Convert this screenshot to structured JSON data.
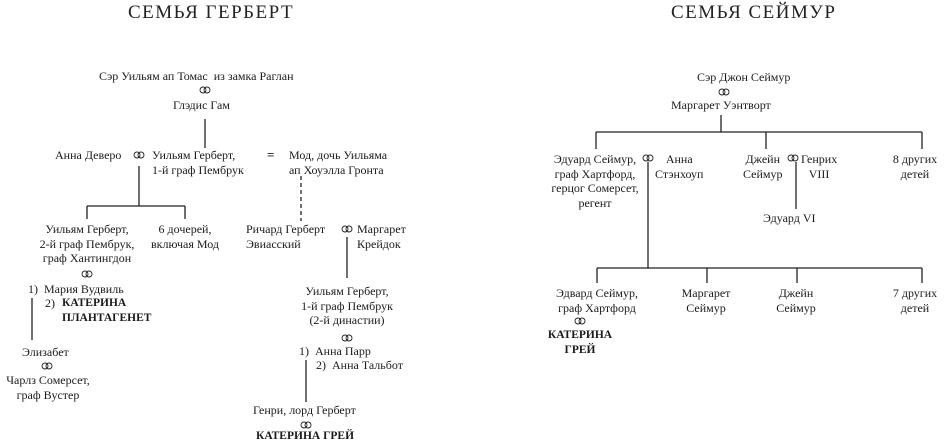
{
  "herbert": {
    "title": "СЕМЬЯ ГЕРБЕРТ",
    "william_ap_thomas": "Сэр Уильям ап Томас  из замка Раглан",
    "gladys": "Глэдис Гам",
    "anna_devereux": "Анна Деверо",
    "william_1st_earl": "Уильям Герберт,\n1-й граф Пембрук",
    "equals": "=",
    "maud": "Мод, дочь Уильяма\nап Хоуэлла Гронта",
    "william_2nd_earl": "Уильям Герберт,\n2-й граф Пембрук,\nграф Хантингдон",
    "six_daughters": "6 дочерей,\nвключая Мод",
    "richard": "Ричард Герберт\nЭвиасский",
    "margaret_craddock": "Маргарет\nКрейдок",
    "spouses_2nd_earl_1": "1)  Мария Вудвиль",
    "spouses_2nd_earl_2": "2)",
    "katherine_plantagenet": "КАТЕРИНА\nПЛАНТАГЕНЕТ",
    "william_2nd_dynasty": "Уильям Герберт,\n1-й граф Пембрук\n(2-й династии)",
    "anne_parr": "1)  Анна Парр",
    "anne_talbot": "2)  Анна Тальбот",
    "elizabeth": "Элизабет",
    "charles_somerset": "Чарлз Сомерсет,\nграф Вустер",
    "henry_lord_herbert": "Генри, лорд Герберт",
    "katherine_grey": "КАТЕРИНА ГРЕЙ"
  },
  "seymour": {
    "title": "СЕМЬЯ СЕЙМУР",
    "john_seymour": "Сэр Джон Сеймур",
    "margaret_wentworth": "Маргарет Уэнтворт",
    "edward_seymour": "Эдуард Сеймур,\nграф Хартфорд,\nгерцог Сомерсет,\nрегент",
    "anne_stanhope": "Анна\nСтэнхоуп",
    "jane_seymour": "Джейн\nСеймур",
    "henry_viii": "Генрих\nVIII",
    "eight_other": "8 других\nдетей",
    "edward_vi": "Эдуард VI",
    "edward_seymour_hertford": "Эдвард Сеймур,\nграф Хартфорд",
    "margaret_seymour": "Маргарет\nСеймур",
    "jane_seymour_2": "Джейн\nСеймур",
    "seven_other": "7 других\nдетей",
    "katherine_grey": "КАТЕРИНА\nГРЕЙ"
  },
  "icons": {
    "marriage": "marriage-rings-icon"
  }
}
